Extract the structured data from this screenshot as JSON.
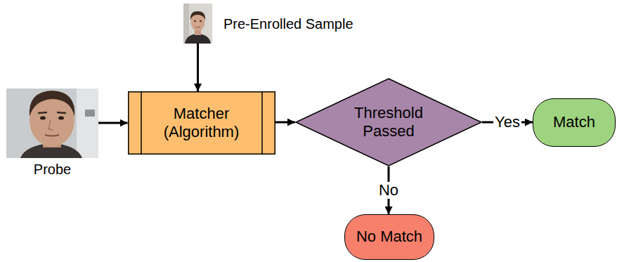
{
  "diagram": {
    "nodes": [
      {
        "text": [
          "Pre-Enrolled Sample"
        ]
      },
      {
        "text": [
          "Probe"
        ]
      },
      {
        "text": [
          "Matcher (Algorithm)"
        ]
      },
      {
        "text": [
          "Threshold Passed"
        ]
      },
      {
        "text": [
          "Match"
        ]
      },
      {
        "text": [
          "No Match"
        ]
      }
    ],
    "edges": [
      {
        "from": 0,
        "to": 2,
        "arrow": "to"
      },
      {
        "from": 1,
        "to": 2,
        "arrow": "to"
      },
      {
        "from": 2,
        "to": 3,
        "arrow": "to"
      },
      {
        "from": 3,
        "to": 4,
        "label": "Yes",
        "arrow": "to"
      },
      {
        "from": 3,
        "to": 5,
        "label": "No",
        "arrow": "to"
      }
    ]
  }
}
